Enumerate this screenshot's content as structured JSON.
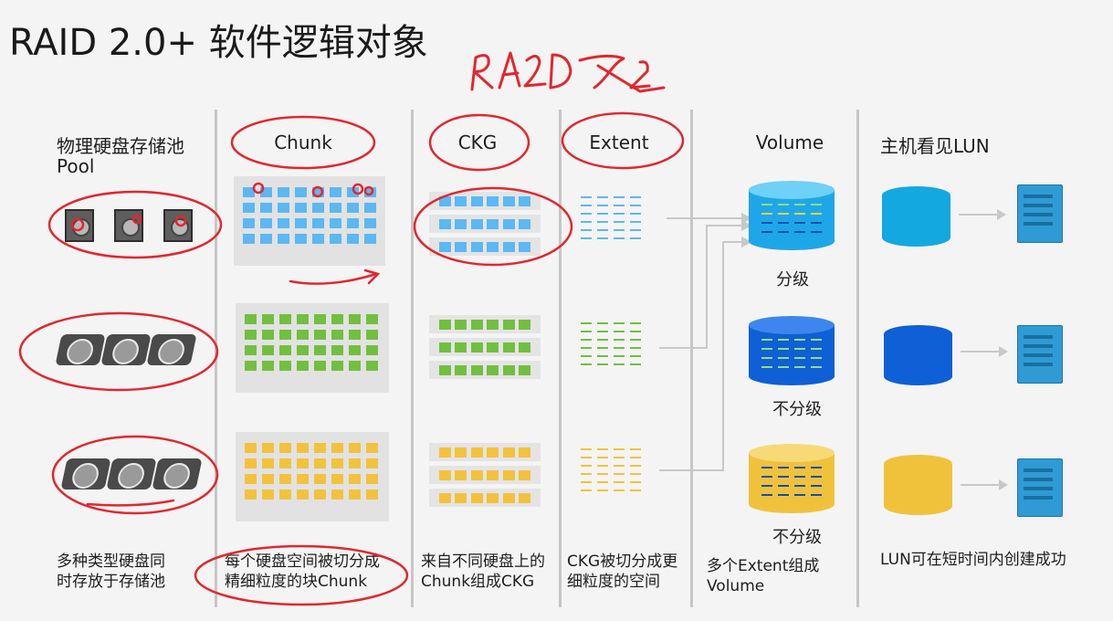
{
  "slide": {
    "title": "RAID 2.0+ 软件逻辑对象",
    "headers": {
      "pool": "物理硬盘存储池",
      "pool_en": "Pool",
      "chunk": "Chunk",
      "ckg": "CKG",
      "extent": "Extent",
      "volume": "Volume",
      "lun": "主机看见LUN"
    },
    "tiers": [
      "分级",
      "不分级",
      "不分级"
    ],
    "descriptions": {
      "pool": [
        "多种类型硬盘同",
        "时存放于存储池"
      ],
      "chunk": [
        "每个硬盘空间被切分成",
        "精细粒度的块Chunk"
      ],
      "ckg": [
        "来自不同硬盘上的",
        "Chunk组成CKG"
      ],
      "extent": [
        "CKG被切分成更",
        "细粒度的空间"
      ],
      "volume": [
        "多个Extent组成",
        "Volume"
      ],
      "lun": [
        "LUN可在短时间内创建成功"
      ]
    },
    "annotation": "RAID 2.0"
  },
  "colors": {
    "tier_blue": "#5bb8f2",
    "tier_green": "#72bf3f",
    "tier_yellow": "#f2c23c",
    "volume_blue": "#0f5fd6",
    "annotation_red": "#e3262e"
  }
}
